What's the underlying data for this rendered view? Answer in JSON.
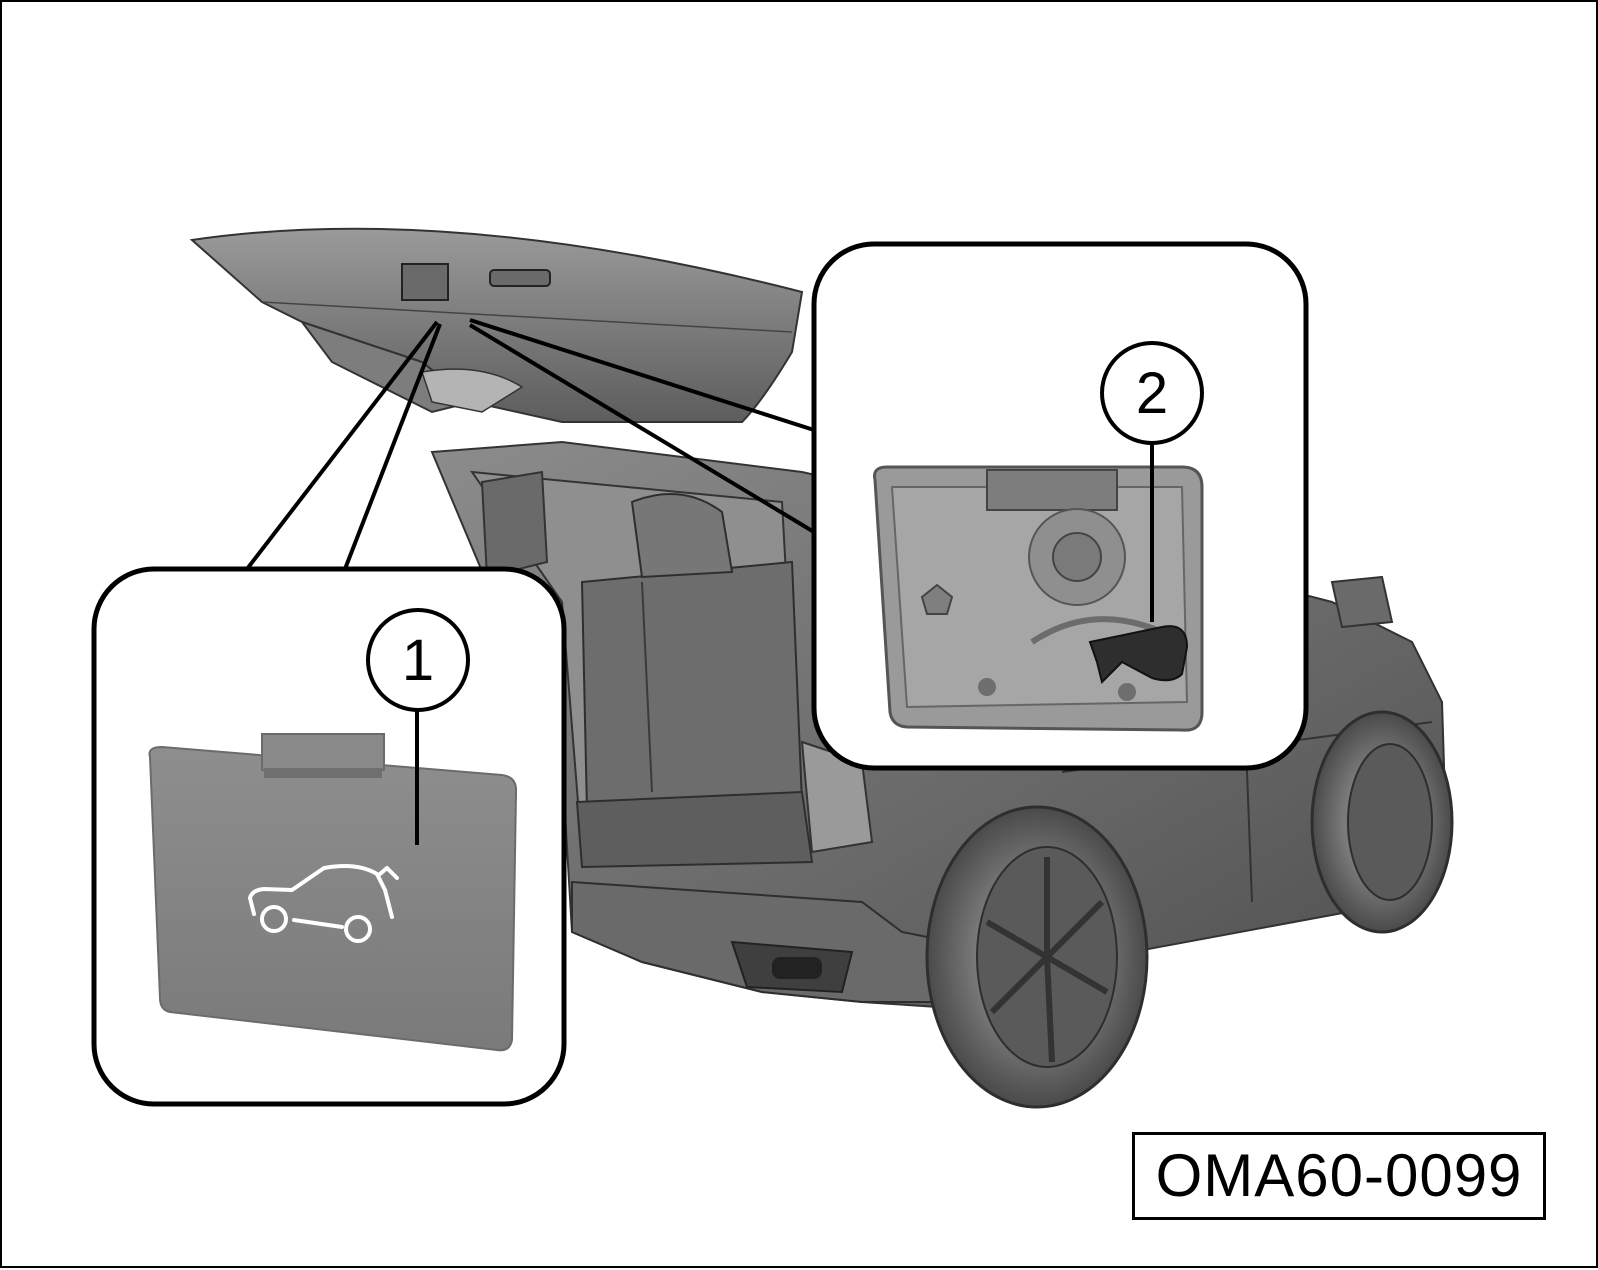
{
  "figure": {
    "code": "OMA60-0099",
    "callouts": [
      {
        "number": "1"
      },
      {
        "number": "2"
      }
    ]
  },
  "colors": {
    "ink": "#000000",
    "body_dark": "#5b5b5b",
    "body_mid": "#7a7a7a",
    "body_light": "#a8a8a8",
    "panel": "#8a8a8a",
    "icon_stroke": "#ffffff"
  },
  "icons": {
    "tailgate_open": "car-tailgate-open-icon"
  }
}
